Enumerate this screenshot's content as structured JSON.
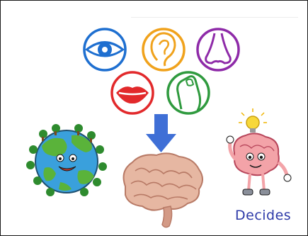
{
  "labels": {
    "decides": "Decides"
  },
  "colors": {
    "eye": "#1e6fd0",
    "ear": "#f0a21c",
    "nose": "#8e2aa8",
    "mouth": "#e2292b",
    "touch": "#2f9a3e",
    "arrow": "#3f6fd6",
    "decides_text": "#2d3aa8"
  },
  "icons": [
    "eye-icon",
    "ear-icon",
    "nose-icon",
    "mouth-icon",
    "finger-touch-icon",
    "down-arrow-icon",
    "earth-character",
    "brain-image",
    "thinking-brain-character",
    "lightbulb-icon"
  ]
}
